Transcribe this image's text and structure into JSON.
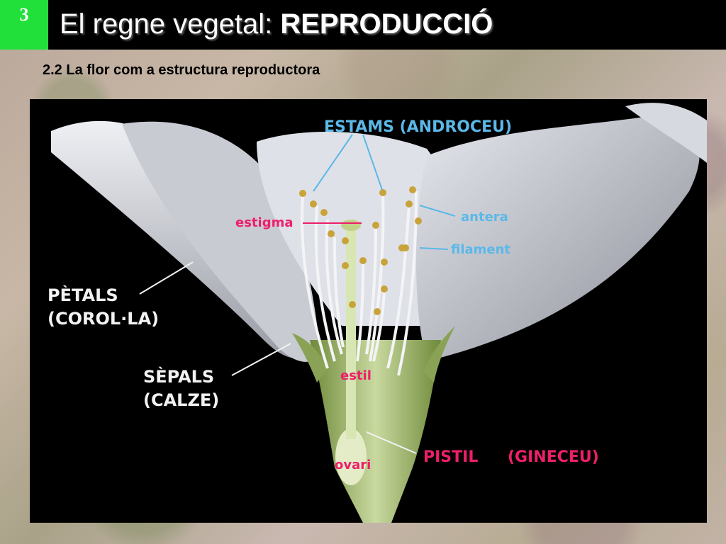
{
  "slide": {
    "number": "3",
    "title_prefix": "El regne vegetal:",
    "title_emphasis": "REPRODUCCIÓ",
    "subtitle": "2.2 La flor com a estructura reproductora"
  },
  "labels": {
    "stamens": "ESTAMS (ANDROCEU)",
    "anther": "antera",
    "filament": "filament",
    "stigma": "estigma",
    "petals_1": "PÈTALS",
    "petals_2": "(COROL·LA)",
    "sepals_1": "SÈPALS",
    "sepals_2": "(CALZE)",
    "style": "estil",
    "ovary": "ovari",
    "pistil": "PISTIL",
    "gynoecium": "(GINECEU)"
  },
  "colors": {
    "header_bg": "#000000",
    "number_box": "#22e03a",
    "label_blue": "#5bb8e8",
    "label_pink": "#ee1f6a",
    "label_white": "#f2f2f2"
  }
}
